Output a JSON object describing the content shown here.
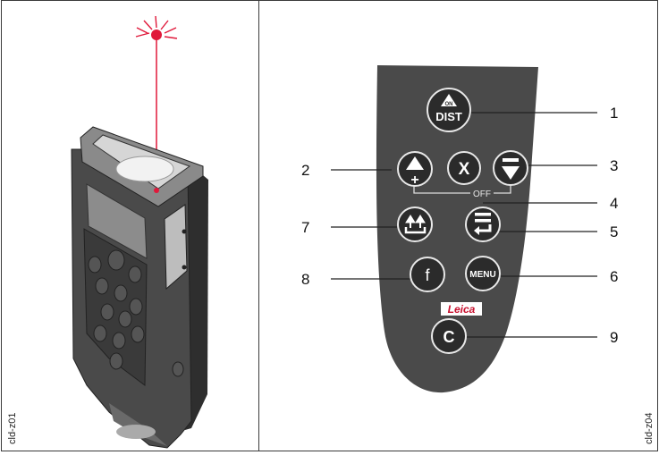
{
  "left_panel": {
    "code": "cld-z01"
  },
  "right_panel": {
    "code": "cld-z04",
    "brand": "Leica",
    "off_label": "OFF",
    "buttons": {
      "on_dist_top": "ON",
      "on_dist_bottom": "DIST",
      "cancel": "X",
      "function": "f",
      "menu": "MENU",
      "clear": "C"
    },
    "callouts": [
      "1",
      "2",
      "3",
      "4",
      "5",
      "6",
      "7",
      "8",
      "9"
    ]
  },
  "colors": {
    "keypad": "#4a4a4a",
    "button": "#2b2b2b",
    "laser": "#e0183a",
    "brand": "#c8102e"
  }
}
